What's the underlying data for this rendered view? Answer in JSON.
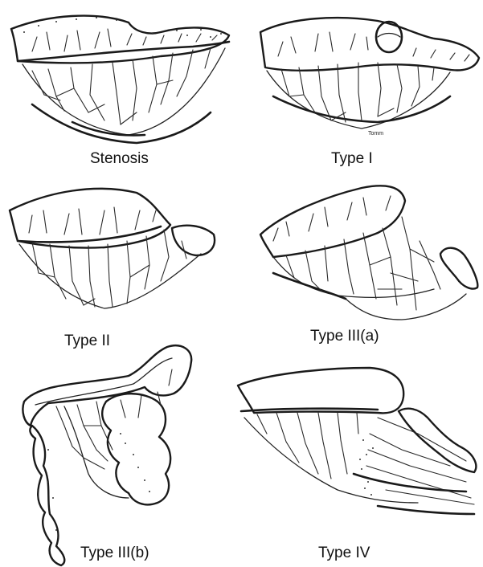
{
  "panels": [
    {
      "id": "stenosis",
      "label": "Stenosis"
    },
    {
      "id": "type-1",
      "label": "Type I"
    },
    {
      "id": "type-2",
      "label": "Type II"
    },
    {
      "id": "type-3a",
      "label": "Type III(a)"
    },
    {
      "id": "type-3b",
      "label": "Type III(b)"
    },
    {
      "id": "type-4",
      "label": "Type IV"
    }
  ],
  "signature": "Tomm",
  "colors": {
    "ink": "#1a1a1a",
    "background": "#ffffff"
  }
}
